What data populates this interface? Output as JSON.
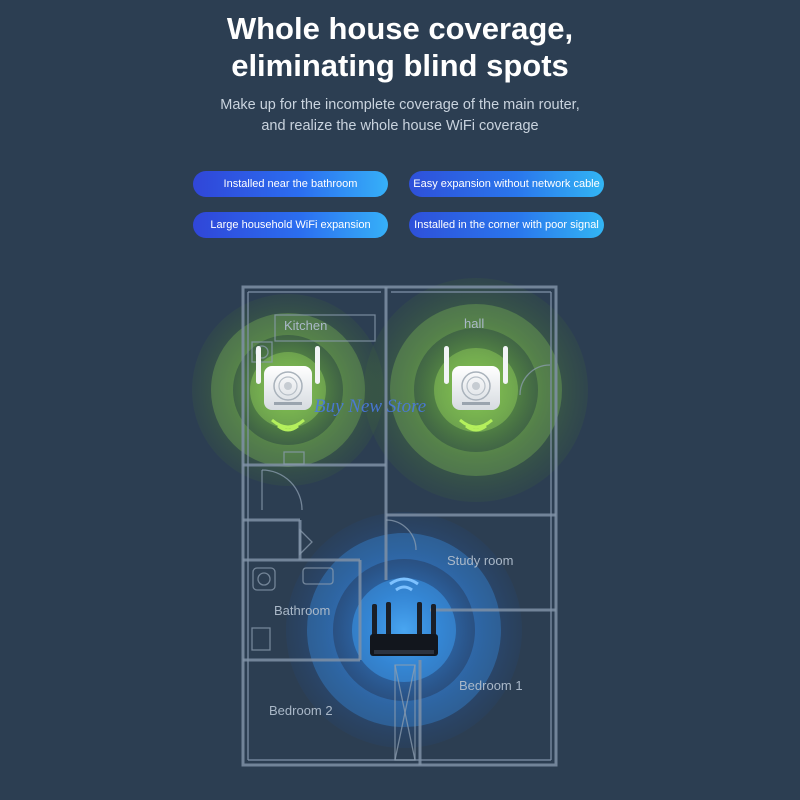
{
  "headline": {
    "line1": "Whole house coverage,",
    "line2": "eliminating blind spots"
  },
  "subtitle": {
    "line1": "Make up for the incomplete coverage of the main router,",
    "line2": "and realize the whole house WiFi coverage"
  },
  "features": [
    "Installed near the bathroom",
    "Easy expansion without network cable",
    "Large household WiFi expansion",
    "Installed in the corner with poor signal"
  ],
  "floor_plan": {
    "rooms": {
      "kitchen": "Kitchen",
      "hall": "hall",
      "study": "Study room",
      "bathroom": "Bathroom",
      "bedroom1": "Bedroom 1",
      "bedroom2": "Bedroom 2"
    },
    "devices": {
      "extender": "wifi-extender-icon",
      "router": "router-icon"
    },
    "colors": {
      "extender_glow": "#7ed63a",
      "router_glow": "#2f8cf2",
      "wall": "#7f91a6",
      "background": "#2c3e52"
    }
  },
  "watermark": "Buy New Store"
}
